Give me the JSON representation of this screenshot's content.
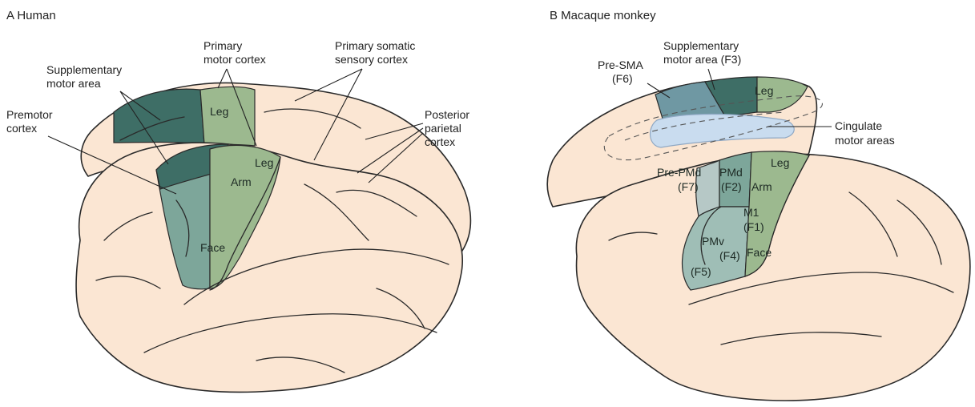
{
  "panelA": {
    "title": "A  Human",
    "labels": {
      "primary_motor_1": "Primary",
      "primary_motor_2": "motor cortex",
      "primary_somatic_1": "Primary somatic",
      "primary_somatic_2": "sensory cortex",
      "sma_1": "Supplementary",
      "sma_2": "motor area",
      "premotor_1": "Premotor",
      "premotor_2": "cortex",
      "posterior_1": "Posterior",
      "posterior_2": "parietal",
      "posterior_3": "cortex"
    },
    "regions": {
      "leg_medial": "Leg",
      "leg_lateral": "Leg",
      "arm": "Arm",
      "face": "Face"
    }
  },
  "panelB": {
    "title": "B  Macaque monkey",
    "labels": {
      "sma_1": "Supplementary",
      "sma_2": "motor area (F3)",
      "presma_1": "Pre-SMA",
      "presma_2": "(F6)",
      "cingulate_1": "Cingulate",
      "cingulate_2": "motor areas"
    },
    "regions": {
      "leg_medial": "Leg",
      "leg_lateral": "Leg",
      "prepmd_1": "Pre-PMd",
      "prepmd_2": "(F7)",
      "pmd_1": "PMd",
      "pmd_2": "(F2)",
      "arm": "Arm",
      "m1_1": "M1",
      "m1_2": "(F1)",
      "pmv_1": "PMv",
      "pmv_2": "(F4)",
      "f5": "(F5)",
      "face": "Face"
    }
  },
  "colors": {
    "brain_fill": "#fbe6d3",
    "sma_dark": "#3e6e66",
    "premotor": "#7da69a",
    "motor_light": "#9cb98f",
    "presma": "#6f98a3",
    "cingulate": "#c9dcef",
    "prepmd": "#b6c8c6"
  }
}
